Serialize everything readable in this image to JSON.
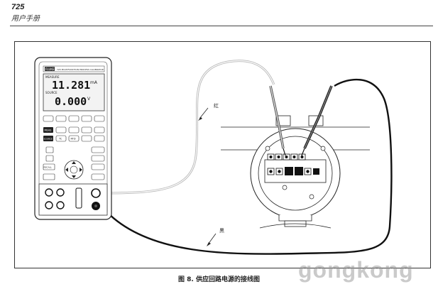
{
  "header": {
    "model": "725",
    "subtitle": "用户手册"
  },
  "figure": {
    "caption": "图 8. 供应回路电源的接线图",
    "wire_red_label": "红",
    "wire_black_label": "黑",
    "calibrator": {
      "brand": "FLUKE",
      "model_label": "725 MULTIFUNCTION PROCESS CALIBRATOR",
      "measure_label": "MEASURE",
      "source_label": "SOURCE",
      "measure_value": "11.281",
      "measure_unit": "mA",
      "source_value": "0.000",
      "source_unit": "V",
      "keys": {
        "meas": "MEAS",
        "source": "SOURCE",
        "recall": "RECALL",
        "tc": "TC",
        "rtd": "RTD"
      }
    }
  },
  "watermark": "gongkong",
  "colors": {
    "rule": "#444444",
    "wire": "#1a1a1a",
    "wire_gray": "#888888"
  }
}
